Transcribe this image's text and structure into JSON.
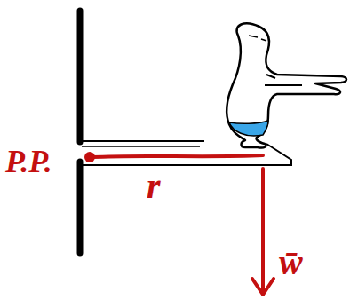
{
  "diagram": {
    "labels": [
      "P.P.",
      "r",
      "w̄"
    ]
  }
}
